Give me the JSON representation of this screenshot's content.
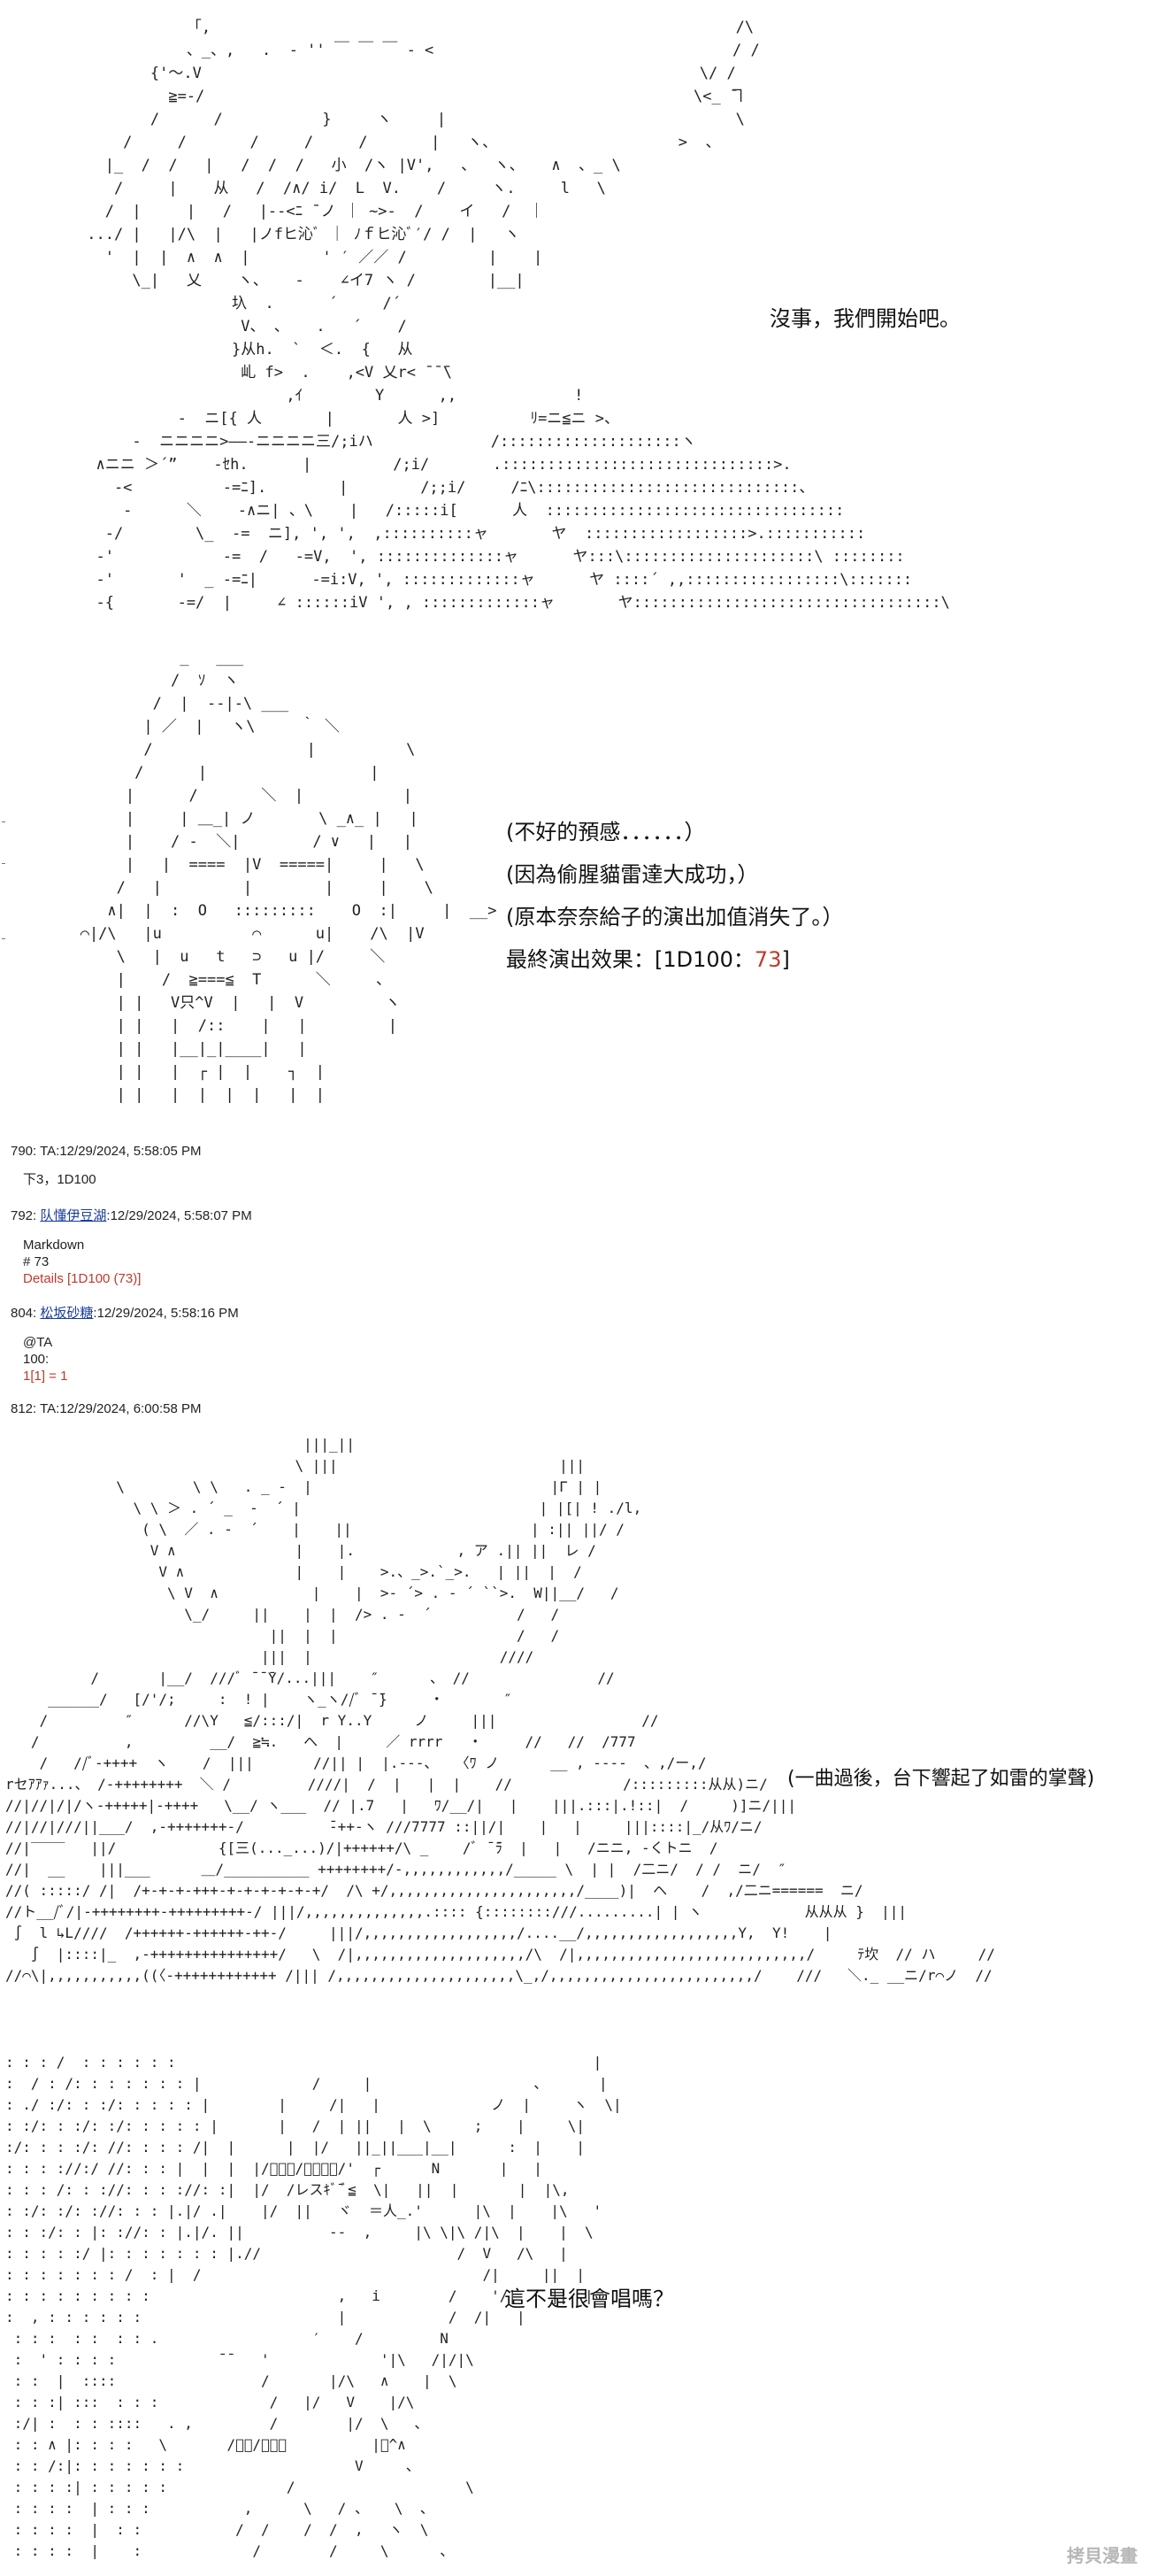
{
  "panels": [
    {
      "id": "p1",
      "art": "            「,                                                          /\\\n            、_、,   .  ‐ '' ￣ ￣ ￣ ‐ <                                 / /\n        {'〜.V                                                       \\/ /\n          ≧=‐/                                                      \\<_ ̄ヿ\n        /      /           }     ヽ     |                                \\\n     /     /       /     /     /       |   ヽ、                    >  、\n   |_  /  /   |   /  /  /   小  /ヽ |V',   、  ヽ、   ∧  、_ \\\n    /     |    从   /  /∧/ i/  L  V.    /     ヽ.     l   \\\n   /  |     |   /   |--<ﾆ ̄ ノ ｜ ~>-  /    イ   /  ｜\n .../ |   |/\\  |   |ノfヒ沁ﾞ ｜ ﾉｆヒ沁ﾞ′/ /  |   ヽ\n   '  |  |  ∧  ∧  |        ' ′ ／／ /         |    |\n      \\_|   乂    ヽ、   ‐    ∠イ7 ヽ /        |__|\n                 圦  .      ´     /´\n                  V、 、   .   ´    /\n                 }从h.  `  ＜.  {   从\n                  乢 f>  .    ,<V 乂r< ̄ ̄ ̄\\\n                       ,ｲ        Y      ,,             !\n           -  ニ[{ 人       |       人 >]          ﾘ=ニ≦ニ >、\n      -  ニニニニ>――‐ニニニニ三/;iハ             /::::::::::::::::::::ヽ\n  ∧ニニ ＞´”    -ｾh.      |         /;i/       .::::::::::::::::::::::::::::::>.\n    -<          -=ﾆ].        |        /;;i/     /ﾆ\\:::::::::::::::::::::::::::::、\n     -      ＼    -∧ニ| 、\\    |   /:::::i[      人  :::::::::::::::::::::::::::::::::\n   -/        \\_  -=  ニ], ', ',  ,::::::::::ャ       ヤ  ::::::::::::::::::>.:::::::::::\n  -'            -=  /   -=V,  ', ::::::::::::::ャ      ヤ:::\\:::::::::::::::::::::\\ ::::::::\n  -'       '  _ -=ﾆ|      -=i:V, ', :::::::::::::ャ      ヤ ::::´ ,,:::::::::::::::::\\:::::::\n  -{       -=/  |     ∠ ::::::iV ', , :::::::::::::ャ       ヤ::::::::::::::::::::::::::::::::::\\",
      "lines": [
        {
          "parts": [
            "沒事，我們開始吧。"
          ]
        }
      ]
    },
    {
      "id": "p2",
      "art": "              _   ___\n             /  ｿ  ヽ\n           /  |  --|-\\ ___\n          | ／  |   ヽ\\     ｀ ＼\n          /                 |          \\\n         /      |                  |\n        |      /       ＼  |           |\n        |     | ＿_| ノ       \\ _∧_ |   |\n        |    / -  ＼|        / ∨   |   |\n        |   |  ====  |V  =====|     |   \\\n       /   |         |        |     |    \\\n      ∧|  |  :  O   :::::::::    O  :|     |  __>\n   ⌒|/\\   |u          ⌒      u|    /\\  |V\n       \\   |  u   t   ⊃   u |/     ＼\n       |    /  ≧===≦  T      ＼     、\n       | |   V只^V  |   |  V         ヽ\n       | |   |  /::    |   |         |\n       | |   |__|_|____|   |\n       | |   |  ┌ |  |    ┐  |\n       | |   |  |  |  |   |  |",
      "lines": [
        {
          "parts": [
            "(不好的預感．．．．．．）"
          ]
        },
        {
          "parts": [
            "(因為偷腥貓雷達大成功，）"
          ]
        },
        {
          "parts": [
            "(原本奈奈給子的演出加值消失了。）"
          ]
        },
        {
          "parts": [
            "最終演出效果：[1D100：",
            "73",
            "]"
          ]
        }
      ]
    },
    {
      "id": "p3",
      "art": "                                   |||_||\n                                  \\ |||                          |||\n             \\        \\ \\   . _ ‐  |                            |Г | |\n               \\ \\ ＞ . ´ _  ‐  ´ |                            | |[| ! ./l,\n                ( \\  ／ . ‐  ´    |    ||                     | :|| ||/ /\n                 V ∧              |    |.            , ア .|| ||  レ /\n                  V ∧             |    |    >.、_>.`_>.   | ||  |  /\n                   \\ V  ∧           |    |  >‐ ´> . ‐ ´ ``>.  W||__/   /\n                     \\_/     ||    |  |  /> . ‐  ´          /   /\n                               ||  |  |                     /   /\n                              |||  |                      ////\n          /       |__/  ///ﾞ ̄ ̄ ̄Y/...|||    ″      、 //               //\n     ______/   [/'/;     :  ! |    ヽ_ヽ//ﾞ ̄ ̄}     ・       ″\n    /         ″      //\\Y   ≦/:::/|  r Y..Y     ノ     |||                 //\n   /          ,         __/  ≧≒.   ヘ  |     ／ rrrr   ・     //   //  /777\n    /   //ﾞ-++++  ヽ    /  |||       //|| |  |.---、  〈ﾜ ノ      __ , ----  、,/ー,/\nrセｱｱｧ...、 /-++++++++  ＼ /         ////|  /  |   |  |    //             /:::::::::从从)ニ/\n//|//|/|/ヽ-+++++|-++++   \\__/ ヽ___  // |.7   |   ﾜ/__/|   |    |||.:::|.!::|  /     )]ニ/|||\n//|//|///||___/  ,-+++++++-/          ̄-++-ヽ ///7777 ::||/|    |   |     |||::::|_/从ﾜ/ニ/\n//|‾‾‾‾   ||/            {[三(..._...)/|++++++/\\ _    /ﾞ ̄ ̄ﾗ  |   |   /ニニ, -くトニ  /\n//|  __    |||___      ＿/__________ ++++++++/-,,,,,,,,,,,,/_____ \\  | |  /二ニ/  / /  ニ/  ″\n//( :::::/ /|  /+-+-+-+++-+-+-+-+-+-+/  /\\ +/,,,,,,,,,,,,,,,,,,,,,,/____)|  ヘ    /  ,/二ニ======  ニ/\n//ト__/ﾞ/|-++++++++-+++++++++-/ |||/,,,,,,,,,,,,,,.:::: {::::::::///.........| | ヽ            从从从 }  |||\n ∫  l ↳L////  /++++++-++++++-++-/     |||/,,,,,,,,,,,,,,,,,,/....__/,,,,,,,,,,,,,,,,,,Y,  Y!    |\n   ∫  |::::|_  ,-+++++++++++++++/   \\  /|,,,,,,,,,,,,,,,,,,,,/\\  /|,,,,,,,,,,,,,,,,,,,,,,,,,,,/     ﾃ坎  // ハ     //\n//⌒\\|,,,,,,,,,,,((〈-++++++++++++ /||| /,,,,,,,,,,,,,,,,,,,,,\\_,/,,,,,,,,,,,,,,,,,,,,,,,,/    ///   ＼._ __ニ/r⌒ノ  //",
      "lines": [
        {
          "parts": [
            "(一曲過後，台下響起了如雷的掌聲)"
          ]
        }
      ]
    },
    {
      "id": "p4",
      "art": ": : : /  : : : : : :                                                 |\n:  / : /: : : : : : : |             /     |                   、      |\n: ./ :/: : :/: : : : : |        |     /|   |             ノ  |     ヽ  \\|\n: :/: : :/: :/: : : : : |       |   /  | ||   |  \\     ;    |     \\|\n:/: : : :/: //: : : : /|  |      |  |/   ||_||___|__|      :  |    |\n: : : ://:/ //: : : |  |  |  |/ﾞﾞﾞ/ﾞﾞﾞﾞ/'  ┌      N       |   |\n: : : /: : ://: : : ://: :|  |/  /レスｷﾞ ̄ﾞ≦  \\|   ||  |       |  |\\,\n: :/: :/: ://: : : |.|/ .|    |/  ||   ヾ  ＝人_.'      |\\  |    |\\   '\n: : :/: : |: ://: : |.|/. ||          ‐‐  ,     |\\ \\|\\ /|\\  |    |  \\\n: : : : :/ |: : : : : : : |.//                       /  V   /\\   |\n: : : : : : : /  : |  /                                 /|     ||  |\n: : : : : : : : :                      ,   i        /    '/|    ||  |\n:  , : : : : : :                       |            /  /|   |\n : : :  : :  : : .                  ′    /         N\n :  ' : : : :            ¯¯   '             '|\\   /|/|\\\n : :  |  ::::                 /       |/\\   ∧    |  \\\n : : :| :::  : : :             /   |/   V    |/\\\n :/| :  : : ::::   . ,         /        |/  \\   、\n : : ∧ |: : : :   \\       /ﾞﾞ/ﾞﾞﾞ          |ﾞ^∧\n : : /:|: : : : : : :                    V     、\n : : : :| : : : : :              /                    \\\n : : : :  | : : :           ,      \\   / 、   \\  、\n : : : :  |  : :           /  /    /  /  ,   ヽ  \\\n : : : :  |    :             /        /     \\      、",
      "lines": [
        {
          "parts": [
            "這不是很會唱嗎？"
          ]
        }
      ]
    }
  ],
  "posts": [
    {
      "id": "790",
      "header": {
        "num": "790",
        "user": "TA",
        "time": "12/29/2024, 5:58:05 PM"
      },
      "body": [
        "下3，1D100"
      ]
    },
    {
      "id": "792",
      "header": {
        "num": "792",
        "user": "队懂伊豆湖",
        "time": "12/29/2024, 5:58:07 PM"
      },
      "body": [
        "Markdown",
        "# 73"
      ],
      "details": "Details [1D100 (73)]"
    },
    {
      "id": "804",
      "header": {
        "num": "804",
        "user": "松坂砂糖",
        "time": "12/29/2024, 5:58:16 PM"
      },
      "body": [
        "@TA",
        "100:"
      ],
      "details": "1[1] = 1"
    },
    {
      "id": "812",
      "header": {
        "num": "812",
        "user": "TA",
        "time": "12/29/2024, 6:00:58 PM"
      },
      "body": []
    }
  ],
  "watermark": "拷貝漫畫",
  "colors": {
    "roll_value": "#c0392b",
    "link": "#1a3d9a"
  }
}
